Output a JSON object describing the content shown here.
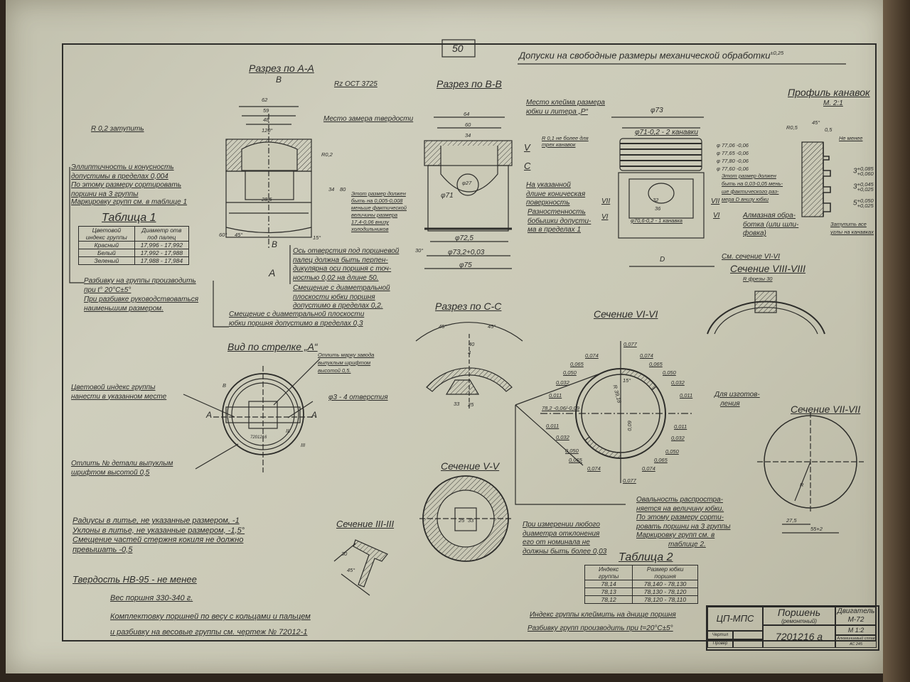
{
  "sheet": {
    "number": "50",
    "tolerance_title": "Допуски на свободные размеры механической обработки",
    "tolerance_value": "±0,25"
  },
  "section_aa": {
    "title": "Разрез по А-А",
    "cut_mark": "В",
    "cut_mark_bottom": "В",
    "arrow_label": "А",
    "roughness": "Rz ОСТ 3725",
    "hardness_spot": "Место замера твердости",
    "radius_note": "R 0,2 затупить",
    "dims": [
      "62",
      "59",
      "48",
      "120°",
      "28,5",
      "R0,2",
      "60°",
      "45°",
      "15°",
      "80",
      "34"
    ],
    "note_ellipticity": [
      "Эллиптичность и конусность",
      "допустимы в пределах 0,004"
    ],
    "note_sort": [
      "По этому размеру сортировать",
      "поршни на 3 группы"
    ],
    "note_marking": "Маркировку групп см. в таблице 1",
    "note_size": [
      "Этот размер должен",
      "быть на 0,005-0,008",
      "меньше фактической",
      "величины размера",
      "17,4-0,06 внизу",
      "холодильников"
    ],
    "note_axis": [
      "Ось отверстия под поршневой",
      "палец должна быть перпен-",
      "дикулярна оси поршня с точ-",
      "ностью 0,02 на длине 50."
    ],
    "note_offset1": [
      "Смещение с диаметральной",
      "плоскости юбки поршня",
      "допустимо в пределах 0,2."
    ],
    "note_offset2": [
      "Смещение с диаметральной плоскости",
      "юбки поршня допустимо в пределах 0,3"
    ]
  },
  "table1": {
    "title": "Таблица 1",
    "headers": [
      "Цветовой индекс группы",
      "Диаметр отв под палец"
    ],
    "rows": [
      [
        "Красный",
        "17,996 - 17,992"
      ],
      [
        "Белый",
        "17,992 - 17,988"
      ],
      [
        "Зеленый",
        "17,988 - 17,984"
      ]
    ],
    "note_grouping": [
      "Разбивку на группы производить",
      "при t° 20°C±5°"
    ],
    "note_smallest": [
      "При разбивке руководствоваться",
      "наименьшим размером."
    ]
  },
  "section_bb": {
    "title": "Разрез по В-В",
    "stamp_note": [
      "Место клейма размера",
      "юбки и литера „Р“"
    ],
    "dims": [
      "64",
      "60",
      "34",
      "φ27",
      "φ71",
      "φ72,5",
      "φ73,2+0,03",
      "φ75",
      "30°"
    ],
    "marks": [
      "V",
      "С"
    ],
    "note_conical": [
      "На указанной",
      "длине коническая",
      "поверхность"
    ],
    "note_wall": [
      "Разностенность",
      "бобышки допусти-",
      "ма в пределах 1"
    ]
  },
  "side_view": {
    "dim_top": "φ73",
    "dim_grooves2": "φ71-0,2 - 2 канавки",
    "radius_note": [
      "R 0,1 не более для",
      "трех канавок"
    ],
    "diameters": [
      "φ 77,06 -0,06",
      "φ 77,65 -0,06",
      "φ 77,80 -0,06",
      "φ 77,60 -0,06"
    ],
    "note_size": [
      "Этот размер должен",
      "быть на 0,03-0,05 мень-",
      "ше фактического раз-",
      "мера D внизу юбки"
    ],
    "dim_groove1": "φ70,6-0,2 - 1 канавка",
    "dims": [
      "32",
      "36",
      "D"
    ],
    "marks": [
      "VII",
      "VI",
      "VII",
      "VI"
    ],
    "note_diamond": [
      "Алмазная обра-",
      "ботка (или шли-",
      "фовка)"
    ],
    "see_section": "См. сечение VI-VI"
  },
  "groove_profile": {
    "title": "Профиль канавок",
    "scale": "М. 2:1",
    "labels": [
      "R0,5",
      "45°",
      "0,5",
      "Не менее"
    ],
    "widths": [
      {
        "base": "3",
        "upper": "+0,085",
        "lower": "+0,060"
      },
      {
        "base": "3",
        "upper": "+0,045",
        "lower": "+0,025"
      },
      {
        "base": "5",
        "upper": "+0,050",
        "lower": "+0,025"
      }
    ],
    "note_blunt": [
      "Затупить все",
      "углы на канавках"
    ]
  },
  "section_8": {
    "title": "Сечение VIII-VIII",
    "note": "R фрезы 30"
  },
  "section_cc": {
    "title": "Разрез по С-С",
    "dims": [
      "45°",
      "45°",
      "40",
      "4",
      "33",
      "25"
    ]
  },
  "section_6": {
    "title": "Сечение VI-VI",
    "left_labels": [
      "0,074",
      "0,065",
      "0,050",
      "0,032",
      "0,011",
      "78,2 -0,06/-0,09",
      "0,011",
      "0,032",
      "0,050",
      "0,065",
      "0,074"
    ],
    "right_labels": [
      "0,074",
      "0,065",
      "0,050",
      "0,032",
      "0,011",
      "0,011",
      "0,032",
      "0,050",
      "0,065",
      "0,074"
    ],
    "top_label": "0,077",
    "bottom_label": "0,077",
    "radius": "R 39,18",
    "angle": "15°",
    "offset": "0,09",
    "note_manufacture": [
      "Для изготов-",
      "ления"
    ]
  },
  "section_7": {
    "title": "Сечение VII-VII",
    "dims": [
      "R",
      "27,5",
      "55+2"
    ]
  },
  "view_a": {
    "title": "Вид по стрелке „А“",
    "note_factory": [
      "Отлить марку завода",
      "выпуклым шрифтом",
      "высотой 0,5."
    ],
    "note_color": [
      "Цветовой индекс группы",
      "нанести в указанном месте"
    ],
    "note_holes": "φ3 - 4 отверстия",
    "note_partno": [
      "Отлить № детали выпуклым",
      "шрифтом высотой 0,5"
    ],
    "marks": [
      "А",
      "А",
      "В",
      "III",
      "III"
    ],
    "part_number": "7201216"
  },
  "section_5": {
    "title": "Сечение V-V",
    "dims": [
      "25",
      "33"
    ]
  },
  "section_3": {
    "title": "Сечение III-III",
    "dims": [
      "30",
      "45°"
    ]
  },
  "general_notes": {
    "casting": [
      "Радиусы в литье, не указанные размером, -1",
      "Уклоны в литье, не указанные размером, -1,5°",
      "Смещение частей стержня кокиля не должно",
      "превышать -0,5"
    ],
    "hardness": "Твердость HB-95 - не менее",
    "weight": "Вес поршня 330-340 г.",
    "kit": [
      "Комплектовку поршней по весу с кольцами и пальцем",
      "и разбивку на весовые группы см. чертеж № 72012-1"
    ]
  },
  "note_measure": [
    "При измерении любого",
    "диаметра отклонения",
    "его от номинала не",
    "должны быть более 0,03"
  ],
  "note_ovality": [
    "Овальность распростра-",
    "няется на величину юбки.",
    "По этому размеру сорти-",
    "ровать поршни на 3 группы",
    "Маркировку групп см. в",
    "таблице 2."
  ],
  "table2": {
    "title": "Таблица 2",
    "headers": [
      "Индекс группы",
      "Размер юбки поршня"
    ],
    "rows": [
      [
        "78,14",
        "78,140 - 78,130"
      ],
      [
        "78,13",
        "78,130 - 78,120"
      ],
      [
        "78,12",
        "78,120 - 78,110"
      ]
    ]
  },
  "note_stamp": "Индекс группы клеймить на днище поршня",
  "note_group_temp": "Разбивку групп производить при t=20°C±5°",
  "title_block": {
    "org": "ЦП-МПС",
    "part_name": "Поршень",
    "part_sub": "(ремонтный)",
    "engine": "Двигатель",
    "engine_model": "М-72",
    "drawn_label": "Чертил",
    "checked_label": "Провер",
    "drawing_number": "7201216 а",
    "scale": "М 1:2",
    "material": "Алюминиевый сплав АС 245"
  }
}
